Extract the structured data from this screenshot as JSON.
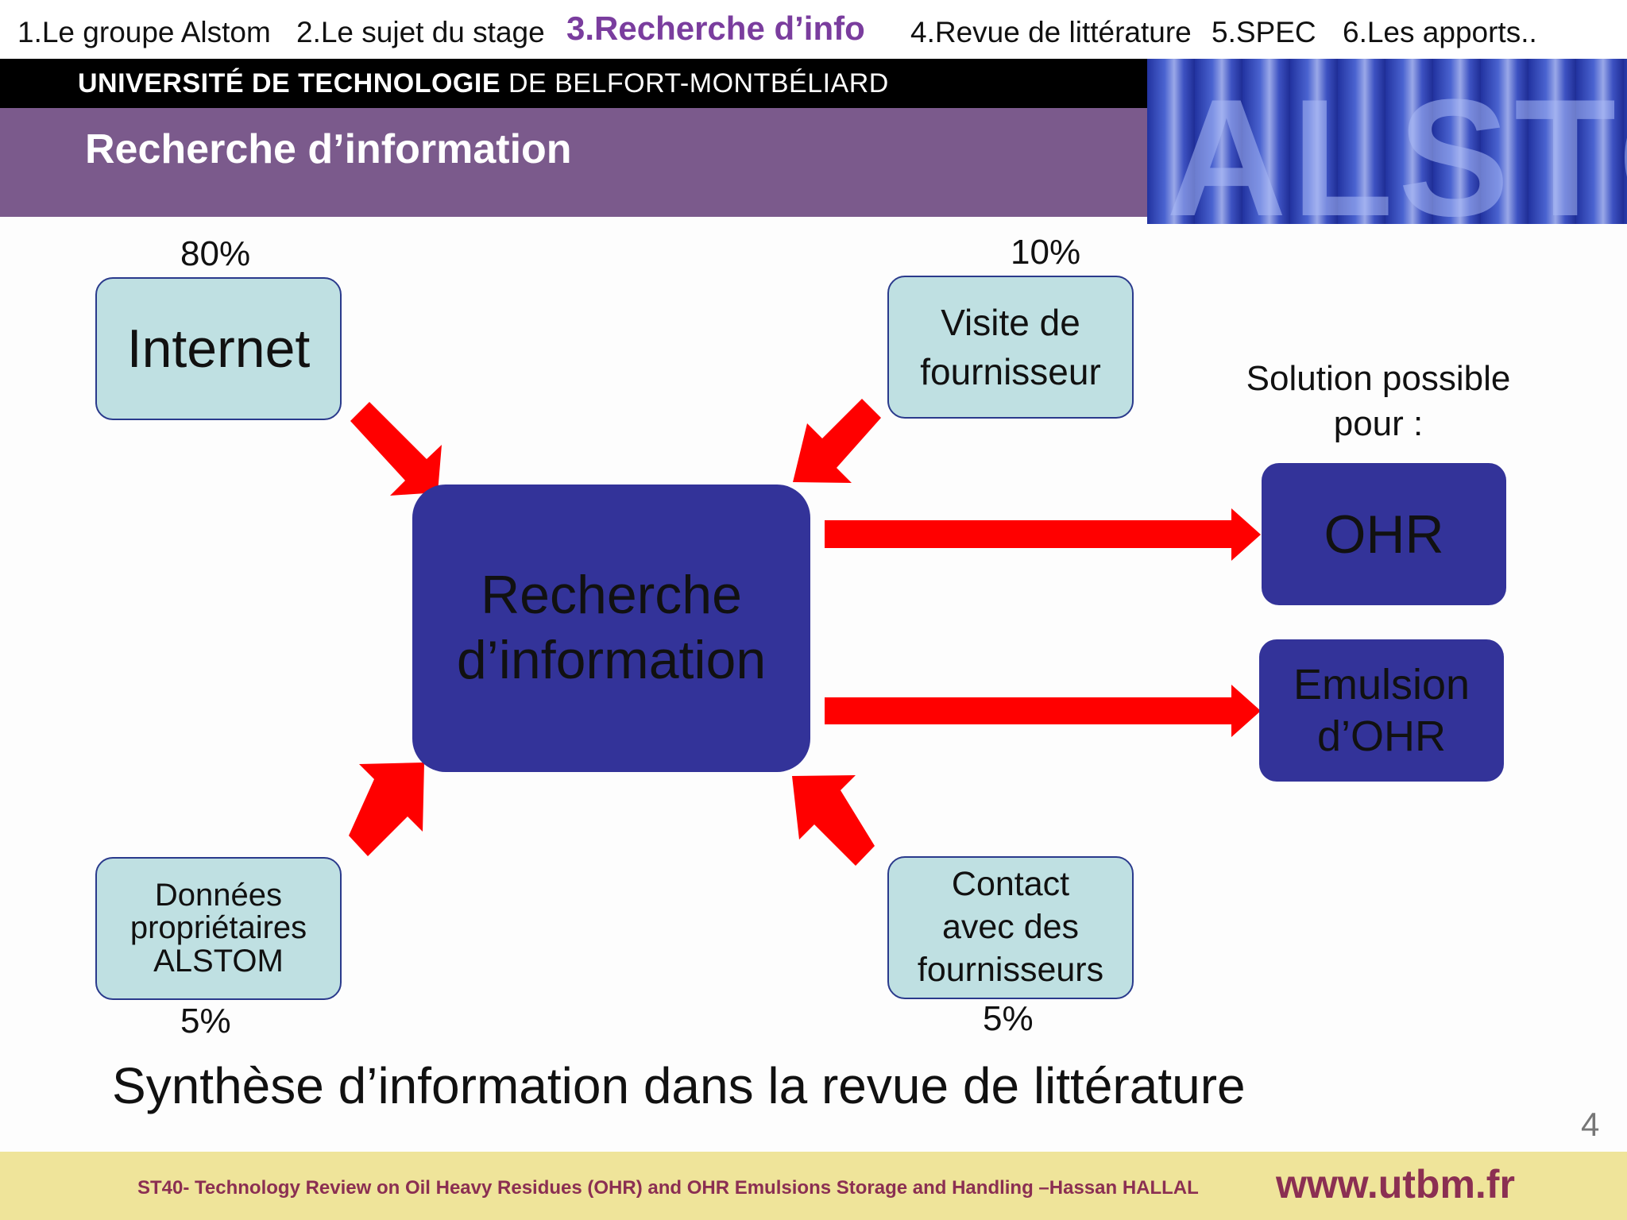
{
  "nav": {
    "items": [
      {
        "label": "1.Le groupe Alstom"
      },
      {
        "label": "2.Le sujet du stage"
      },
      {
        "label": "3.Recherche d’info"
      },
      {
        "label": "4.Revue de littérature"
      },
      {
        "label": "5.SPEC"
      },
      {
        "label": "6.Les apports.."
      }
    ],
    "active_index": 2
  },
  "header": {
    "university_bold": "UNIVERSITÉ DE TECHNOLOGIE",
    "university_rest": " DE BELFORT-MONTBÉLIARD",
    "slide_title": "Recherche d’information",
    "logo_text": "ALSTOM"
  },
  "diagram": {
    "center": "Recherche\nd’information",
    "sources": {
      "internet": {
        "label": "Internet",
        "percent": "80%"
      },
      "visite": {
        "label": "Visite de\nfournisseur",
        "percent": "10%"
      },
      "donnees": {
        "label": "Données\npropriétaires\nALSTOM",
        "percent": "5%"
      },
      "contact": {
        "label": "Contact\navec des\nfournisseurs",
        "percent": "5%"
      }
    },
    "solution_label": "Solution possible\npour :",
    "outputs": {
      "ohr": "OHR",
      "emulsion": "Emulsion\nd’OHR"
    },
    "synthesis": "Synthèse d’information dans la revue de littérature"
  },
  "page_number": "4",
  "footer": {
    "text": "ST40- Technology Review on Oil Heavy Residues (OHR) and OHR Emulsions Storage and Handling –Hassan HALLAL",
    "url": "www.utbm.fr"
  },
  "colors": {
    "dark_box": "#333399",
    "light_box": "#bfe0e2",
    "arrow": "#ff0000",
    "title_bar": "#7b5a8c",
    "footer_bg": "#efe49a",
    "footer_text": "#8b2f52",
    "active_nav": "#7a3d9e"
  }
}
